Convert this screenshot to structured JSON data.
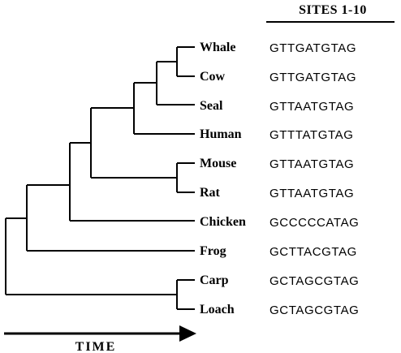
{
  "header": {
    "sites_label": "SITES 1-10"
  },
  "taxa": [
    {
      "name": "Whale",
      "sequence": "GTTGATGTAG"
    },
    {
      "name": "Cow",
      "sequence": "GTTGATGTAG"
    },
    {
      "name": "Seal",
      "sequence": "GTTAATGTAG"
    },
    {
      "name": "Human",
      "sequence": "GTTTATGTAG"
    },
    {
      "name": "Mouse",
      "sequence": "GTTAATGTAG"
    },
    {
      "name": "Rat",
      "sequence": "GTTAATGTAG"
    },
    {
      "name": "Chicken",
      "sequence": "GCCCCCATAG"
    },
    {
      "name": "Frog",
      "sequence": "GCTTACGTAG"
    },
    {
      "name": "Carp",
      "sequence": "GCTAGCGTAG"
    },
    {
      "name": "Loach",
      "sequence": "GCTAGCGTAG"
    }
  ],
  "time_axis": {
    "label": "TIME"
  },
  "colors": {
    "ink": "#000000",
    "background": "#ffffff"
  }
}
